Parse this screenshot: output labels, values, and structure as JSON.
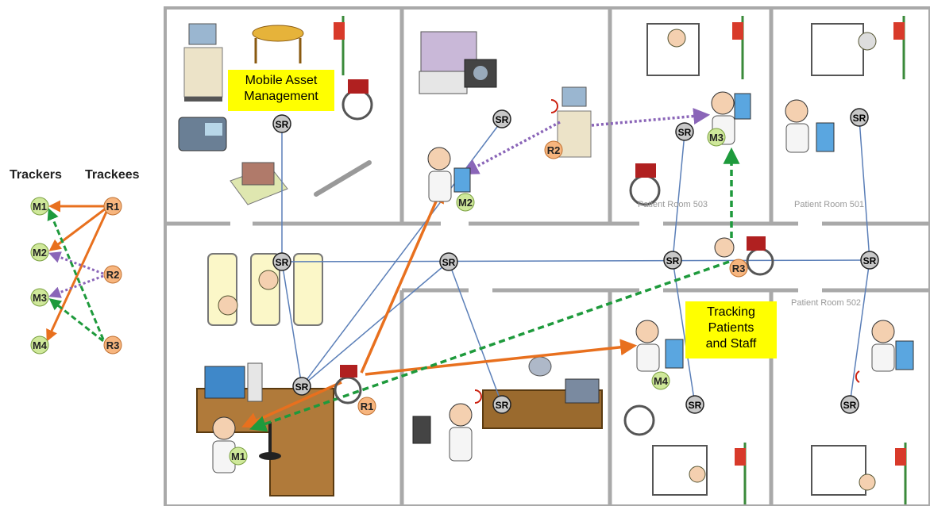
{
  "legend": {
    "trackers_label": "Trackers",
    "trackees_label": "Trackees",
    "trackers": [
      "M1",
      "M2",
      "M3",
      "M4"
    ],
    "trackees": [
      "R1",
      "R2",
      "R3"
    ]
  },
  "callouts": {
    "asset_line1": "Mobile Asset",
    "asset_line2": "Management",
    "tracking_line1": "Tracking",
    "tracking_line2": "Patients",
    "tracking_line3": "and Staff"
  },
  "rooms": {
    "room_503": "Patient Room 503",
    "room_501": "Patient Room 501",
    "room_502": "Patient Room 502"
  },
  "sensor_router_label": "SR",
  "floor_tags": {
    "m1": "M1",
    "m2": "M2",
    "m3": "M3",
    "m4": "M4",
    "r1": "R1",
    "r2": "R2",
    "r3": "R3"
  },
  "colors": {
    "tracker_fill": "#cfe89a",
    "trackee_fill": "#f7b57e",
    "sr_fill": "#c8c8c8",
    "link_line": "#5b7fb8",
    "arrow_orange": "#e8701e",
    "arrow_purple": "#8a65b8",
    "arrow_green": "#1e9a3c",
    "callout": "#ffff00",
    "wall": "#a9a9a9"
  }
}
